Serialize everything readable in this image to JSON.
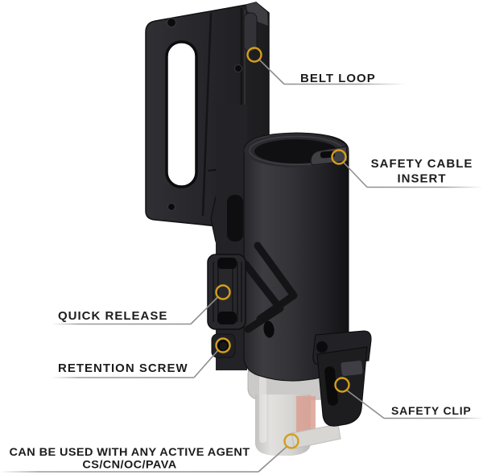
{
  "figure": {
    "background": "#ffffff",
    "marker_color": "#d39e1c",
    "callout_line_color": "#8f8f8f",
    "label_text_color": "#1c1c1c",
    "holster_color": "#27272b",
    "plate_color": "#28282c",
    "canister_color": "#d8d7d4",
    "canister_label_color": "#dca094"
  },
  "labels": {
    "belt_loop": "BELT LOOP",
    "safety_cable_insert": {
      "line1": "SAFETY CABLE",
      "line2": "INSERT"
    },
    "quick_release": "QUICK RELEASE",
    "retention_screw": "RETENTION SCREW",
    "safety_clip": "SAFETY CLIP",
    "agent_note": {
      "line1": "CAN BE USED WITH ANY ACTIVE AGENT",
      "line2": "CS/CN/OC/PAVA"
    }
  }
}
